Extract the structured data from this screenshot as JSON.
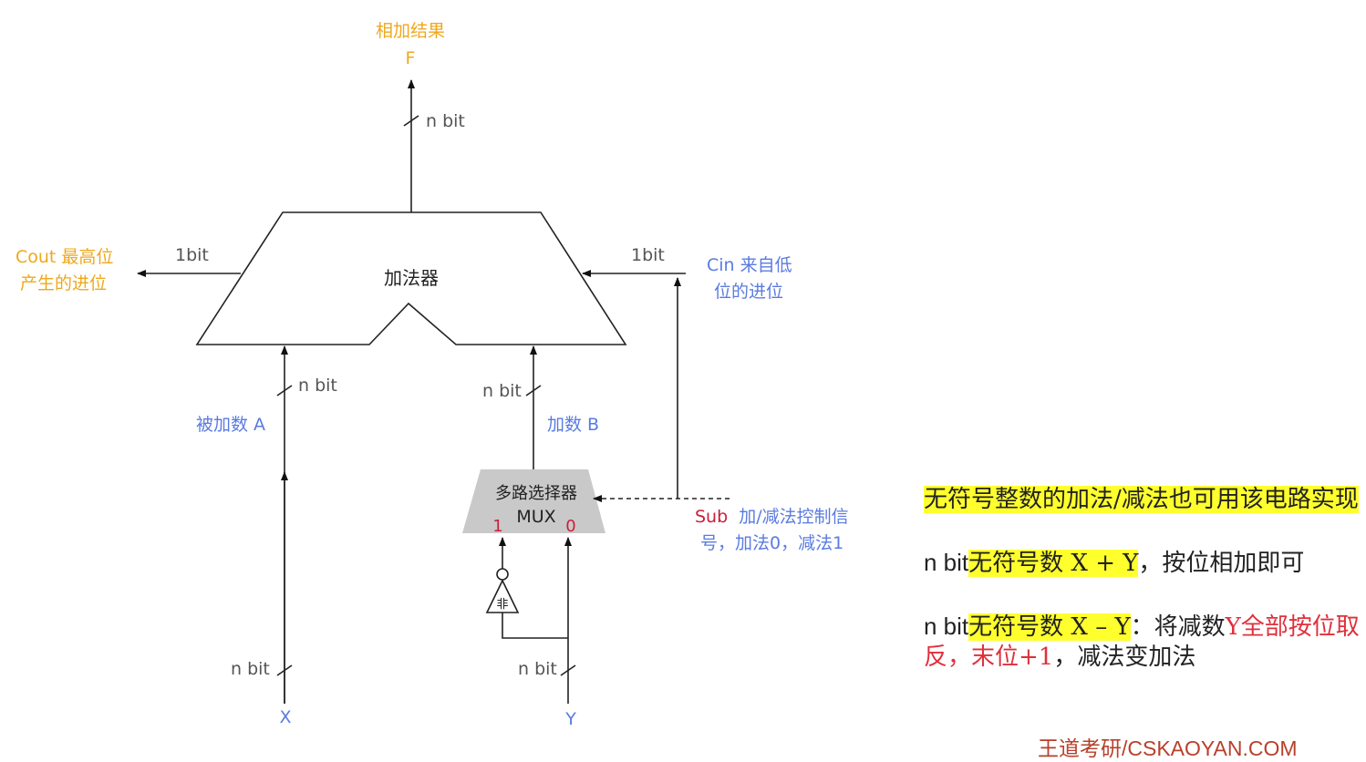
{
  "adder": {
    "label": "加法器"
  },
  "output": {
    "title": "相加结果",
    "symbol": "F",
    "width": "n bit"
  },
  "cout": {
    "line1": "Cout 最高位",
    "line2": "产生的进位",
    "width": "1bit"
  },
  "cin": {
    "line1": "Cin 来自低",
    "line2": "位的进位",
    "width": "1bit"
  },
  "input_a": {
    "label": "被加数 A",
    "width_top": "n bit",
    "width_bottom": "n bit",
    "source": "X"
  },
  "input_b": {
    "label": "加数 B",
    "width_top": "n bit",
    "width_bottom": "n bit",
    "source": "Y"
  },
  "mux": {
    "line1": "多路选择器",
    "line2": "MUX",
    "input1": "1",
    "input0": "0"
  },
  "not_gate": {
    "label": "非"
  },
  "sub": {
    "name": "Sub",
    "desc1": "加/减法控制信",
    "desc2": "号，加法0，减法1"
  },
  "notes": {
    "title": "无符号整数的加法/减法也可用该电路实现",
    "add_prefix": "n bit",
    "add_hl": "无符号数 X + Y",
    "add_rest": "，按位相加即可",
    "sub_prefix": "n bit",
    "sub_hl": "无符号数 X – Y",
    "sub_mid": "：将减数",
    "sub_red1": "Y全部按位取反，末位+1",
    "sub_rest": "，减法变加法"
  },
  "footer": "王道考研/CSKAOYAN.COM",
  "colors": {
    "orange": "#eea81c",
    "blue": "#5a7be0",
    "red": "#c8203a",
    "highlight": "#ffff2e"
  }
}
